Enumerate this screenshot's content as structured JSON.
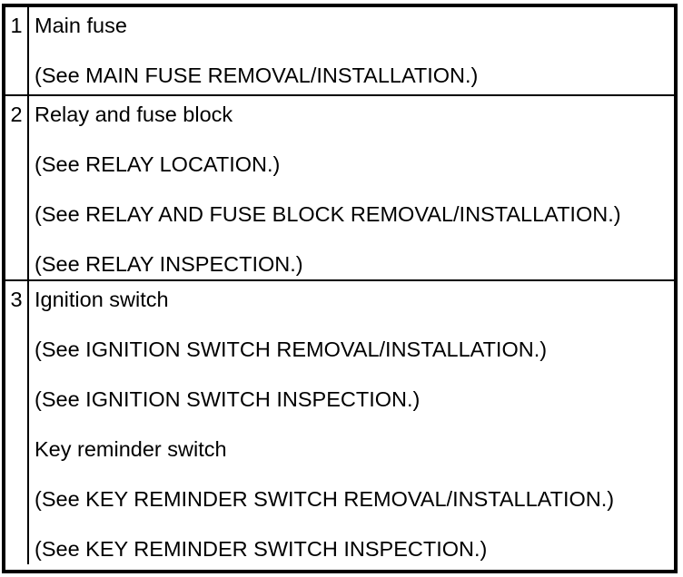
{
  "colors": {
    "background": "#ffffff",
    "border": "#000000",
    "text": "#000000"
  },
  "table": {
    "rows": [
      {
        "num": "1",
        "lines": [
          "Main fuse",
          "(See MAIN FUSE REMOVAL/INSTALLATION.)"
        ]
      },
      {
        "num": "2",
        "lines": [
          "Relay and fuse block",
          "(See RELAY LOCATION.)",
          "(See RELAY AND FUSE BLOCK REMOVAL/INSTALLATION.)",
          "(See RELAY INSPECTION.)"
        ]
      },
      {
        "num": "3",
        "lines": [
          "Ignition switch",
          "(See IGNITION SWITCH REMOVAL/INSTALLATION.)",
          "(See IGNITION SWITCH INSPECTION.)",
          "Key reminder switch",
          "(See KEY REMINDER SWITCH REMOVAL/INSTALLATION.)",
          "(See KEY REMINDER SWITCH INSPECTION.)"
        ]
      }
    ]
  }
}
